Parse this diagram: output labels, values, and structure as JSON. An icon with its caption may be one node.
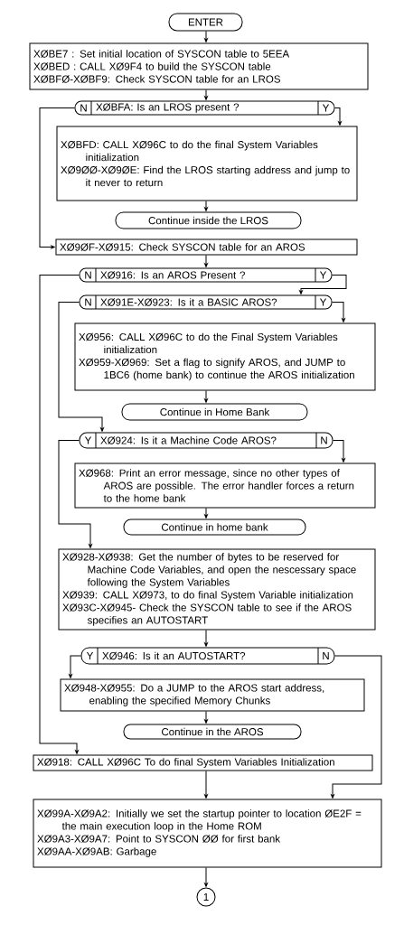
{
  "diagram": {
    "nodes": [
      {
        "text": [
          "ENTER"
        ]
      },
      {
        "text": [
          "XØBE7 : Set initial location of SYSCON table to 5EEA",
          "XØBED : CALL XØ9F4 to build the SYSCON table",
          "XØBFØ-XØBF9: Check SYSCON table for an LROS"
        ]
      },
      {
        "text": [
          "XØBFA: Is an LROS present ?"
        ]
      },
      {
        "text": [
          "XØBFD: CALL XØ96C to do the final System Variables initialization",
          "XØ9ØØ-XØ9ØE: Find the LROS starting address and jump to it never to return"
        ]
      },
      {
        "text": [
          "Continue inside the LROS"
        ]
      },
      {
        "text": [
          "XØ9ØF-XØ915: Check SYSCON table for an AROS"
        ]
      },
      {
        "text": [
          "XØ916: Is an AROS Present ?"
        ]
      },
      {
        "text": [
          "XØ91E-XØ923: Is it a BASIC AROS?"
        ]
      },
      {
        "text": [
          "XØ956: CALL XØ96C to do the Final System Variables initialization",
          "XØ959-XØ969: Set a flag to signify AROS, and JUMP to 1BC6 (home bank) to continue the AROS initialization"
        ]
      },
      {
        "text": [
          "Continue in Home Bank"
        ]
      },
      {
        "text": [
          "XØ924: Is it a Machine Code AROS?"
        ]
      },
      {
        "text": [
          "XØ968: Print an error message, since no other types of AROS are possible. The error handler forces a return to the home bank"
        ]
      },
      {
        "text": [
          "Continue in home bank"
        ]
      },
      {
        "text": [
          "XØ928-XØ938: Get the number of bytes to be reserved for Machine Code Variables, and open the nescessary space following the System Variables",
          "XØ939: CALL XØ973, to do final System Variable initialization",
          "XØ93C-XØ945- Check the SYSCON table to see if the AROS specifies an AUTOSTART"
        ]
      },
      {
        "text": [
          "XØ946: Is it an AUTOSTART?"
        ]
      },
      {
        "text": [
          "XØ948-XØ955: Do a JUMP to the AROS start address, enabling the specified Memory Chunks"
        ]
      },
      {
        "text": [
          "Continue in the AROS"
        ]
      },
      {
        "text": [
          "XØ918: CALL XØ96C To do final System Variables Initialization"
        ]
      },
      {
        "text": [
          "XØ99A-XØ9A2: Initially we set the startup pointer to location ØE2F = the main execution loop in the Home ROM",
          "XØ9A3-XØ9A7: Point to SYSCON ØØ for first bank",
          "XØ9AA-XØ9AB: Garbage"
        ]
      },
      {
        "text": [
          "1"
        ]
      }
    ],
    "edges": [
      {
        "from": 0,
        "to": 1,
        "arrow": "to"
      },
      {
        "from": 1,
        "to": 2,
        "arrow": "to"
      },
      {
        "from": 2,
        "to": 3,
        "arrow": "to",
        "label": "Y"
      },
      {
        "from": 2,
        "to": 5,
        "arrow": "to",
        "label": "N"
      },
      {
        "from": 3,
        "to": 4,
        "arrow": "to"
      },
      {
        "from": 5,
        "to": 6,
        "arrow": "to"
      },
      {
        "from": 6,
        "to": 7,
        "arrow": "to",
        "label": "Y"
      },
      {
        "from": 6,
        "to": 17,
        "arrow": "to",
        "label": "N"
      },
      {
        "from": 7,
        "to": 8,
        "arrow": "to",
        "label": "Y"
      },
      {
        "from": 7,
        "to": 10,
        "arrow": "to",
        "label": "N"
      },
      {
        "from": 8,
        "to": 9,
        "arrow": "to"
      },
      {
        "from": 10,
        "to": 11,
        "arrow": "to",
        "label": "N"
      },
      {
        "from": 10,
        "to": 13,
        "arrow": "to",
        "label": "Y"
      },
      {
        "from": 11,
        "to": 12,
        "arrow": "to"
      },
      {
        "from": 13,
        "to": 14,
        "arrow": "to"
      },
      {
        "from": 14,
        "to": 15,
        "arrow": "to",
        "label": "Y"
      },
      {
        "from": 14,
        "to": 18,
        "arrow": "to",
        "label": "N"
      },
      {
        "from": 15,
        "to": 16,
        "arrow": "to"
      },
      {
        "from": 17,
        "to": 18,
        "arrow": "to"
      },
      {
        "from": 18,
        "to": 19,
        "arrow": "to"
      }
    ]
  }
}
